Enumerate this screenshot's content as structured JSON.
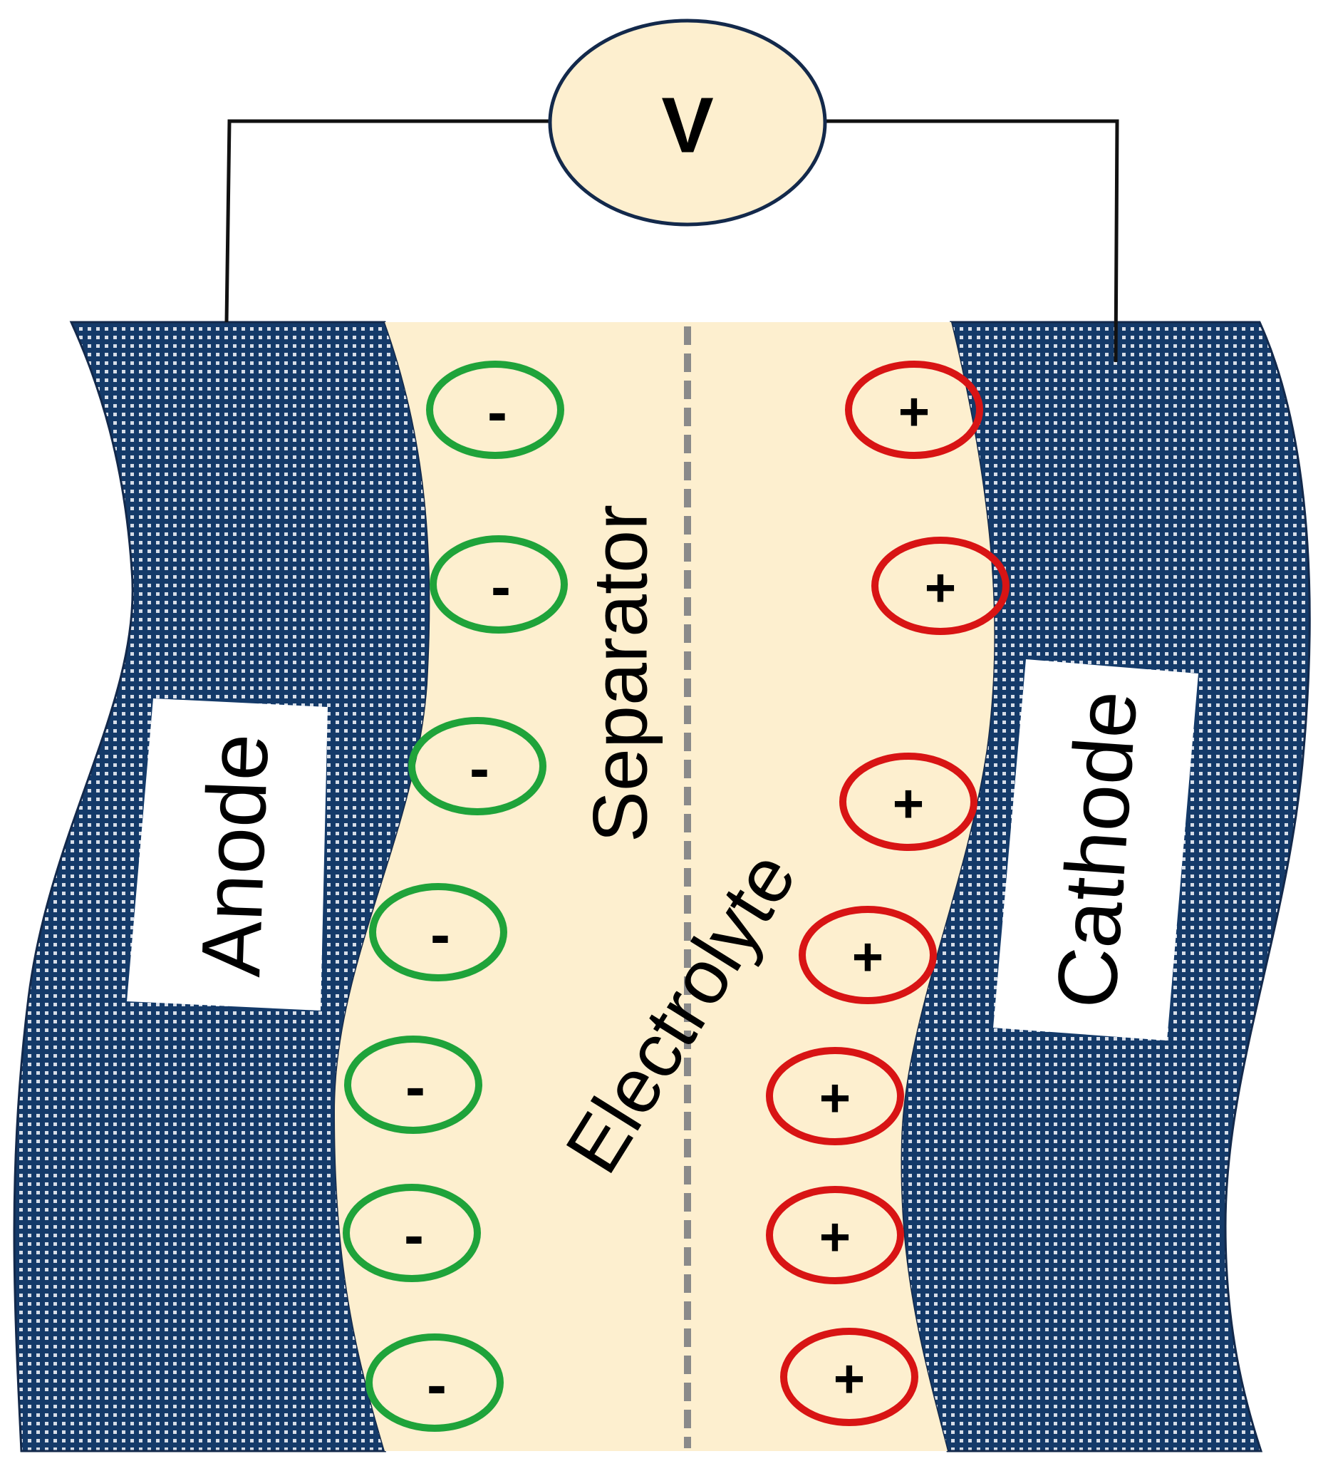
{
  "voltmeter": {
    "label": "V"
  },
  "labels": {
    "anode": "Anode",
    "cathode": "Cathode",
    "separator": "Separator",
    "electrolyte": "Electrolyte"
  },
  "ions": {
    "anion_sign": "-",
    "cation_sign": "+",
    "anion_count": 7,
    "cation_count": 7
  },
  "colors": {
    "electrode": "#143a69",
    "electrolyte": "#fdefcf",
    "anion_ring": "#1fa33a",
    "cation_ring": "#d81414",
    "separator_line": "#8a8a8a",
    "voltmeter_fill": "#fdefcf",
    "voltmeter_stroke": "#13294b"
  }
}
